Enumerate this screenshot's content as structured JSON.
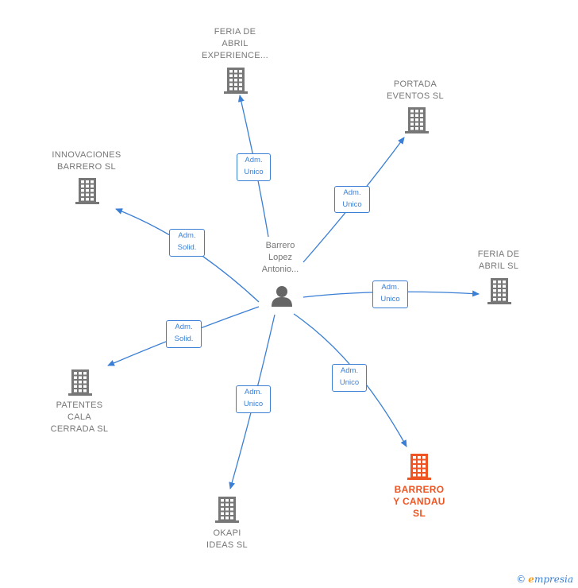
{
  "center": {
    "name": "Barrero\nLopez\nAntonio..."
  },
  "nodes": [
    {
      "id": "feria-experience",
      "label": "FERIA DE\nABRIL\nEXPERIENCE...",
      "highlight": false
    },
    {
      "id": "portada-eventos",
      "label": "PORTADA\nEVENTOS  SL",
      "highlight": false
    },
    {
      "id": "innovaciones-barrero",
      "label": "INNOVACIONES\nBARRERO  SL",
      "highlight": false
    },
    {
      "id": "feria-abril",
      "label": "FERIA DE\nABRIL SL",
      "highlight": false
    },
    {
      "id": "patentes-cala",
      "label": "PATENTES\nCALA\nCERRADA SL",
      "highlight": false
    },
    {
      "id": "barrero-candau",
      "label": "BARRERO\nY CANDAU\nSL",
      "highlight": true
    },
    {
      "id": "okapi-ideas",
      "label": "OKAPI\nIDEAS  SL",
      "highlight": false
    }
  ],
  "edges": [
    {
      "to": "feria-experience",
      "label": "Adm.\nUnico"
    },
    {
      "to": "portada-eventos",
      "label": "Adm.\nUnico"
    },
    {
      "to": "innovaciones-barrero",
      "label": "Adm.\nSolid."
    },
    {
      "to": "feria-abril",
      "label": "Adm.\nUnico"
    },
    {
      "to": "patentes-cala",
      "label": "Adm.\nSolid."
    },
    {
      "to": "barrero-candau",
      "label": "Adm.\nUnico"
    },
    {
      "to": "okapi-ideas",
      "label": "Adm.\nUnico"
    }
  ],
  "colors": {
    "edge": "#3a7fd5",
    "building": "#777777",
    "highlight": "#ee5522",
    "person": "#666666"
  },
  "footer": {
    "copyright": "©",
    "brand_initial": "e",
    "brand_rest": "mpresia"
  }
}
